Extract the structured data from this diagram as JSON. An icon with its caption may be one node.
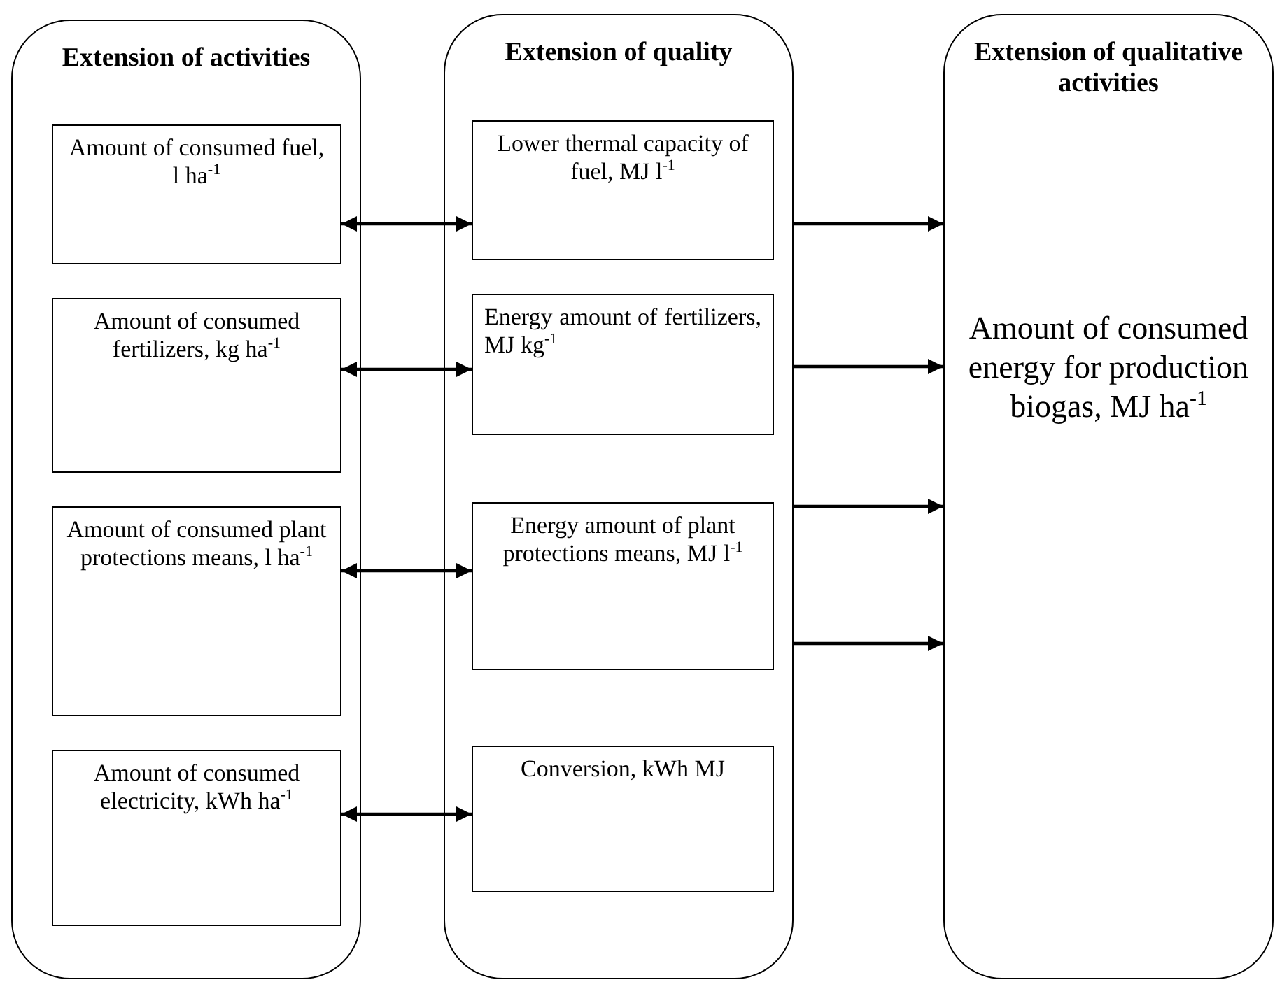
{
  "diagram": {
    "nodes": [
      {
        "text": [
          "Extension of activities"
        ]
      },
      {
        "text": [
          "Amount of consumed fuel, l ha$^{-1}$"
        ],
        "in": 0
      },
      {
        "text": [
          "Amount of consumed fertilizers, kg ha$^{-1}$"
        ],
        "in": 0
      },
      {
        "text": [
          "Amount of consumed plant protections means, l ha$^{-1}$"
        ],
        "in": 0
      },
      {
        "text": [
          "Amount of consumed electricity, kWh ha$^{-1}$"
        ],
        "in": 0
      },
      {
        "text": [
          "Extension of quality"
        ]
      },
      {
        "text": [
          "Lower thermal capacity of fuel, MJ l$^{-1}$"
        ],
        "in": 5
      },
      {
        "text": [
          "Energy amount of fertilizers, MJ kg$^{-1}$"
        ],
        "in": 5
      },
      {
        "text": [
          "Energy amount of plant protections means, MJ l$^{-1}$"
        ],
        "in": 5
      },
      {
        "text": [
          "Conversion, kWh MJ"
        ],
        "in": 5
      },
      {
        "text": [
          "Extension of qualitative activities",
          "Amount of consumed energy for production biogas, MJ ha$^{-1}$"
        ]
      }
    ],
    "edges": [
      {
        "from": 1,
        "to": 6,
        "arrow": "both"
      },
      {
        "from": 2,
        "to": 7,
        "arrow": "both"
      },
      {
        "from": 3,
        "to": 8,
        "arrow": "both"
      },
      {
        "from": 4,
        "to": 9,
        "arrow": "both"
      },
      {
        "from": 5,
        "to": 10,
        "arrow": "to"
      },
      {
        "from": 5,
        "to": 10,
        "arrow": "to"
      },
      {
        "from": 5,
        "to": 10,
        "arrow": "to"
      },
      {
        "from": 5,
        "to": 10,
        "arrow": "to"
      }
    ]
  }
}
